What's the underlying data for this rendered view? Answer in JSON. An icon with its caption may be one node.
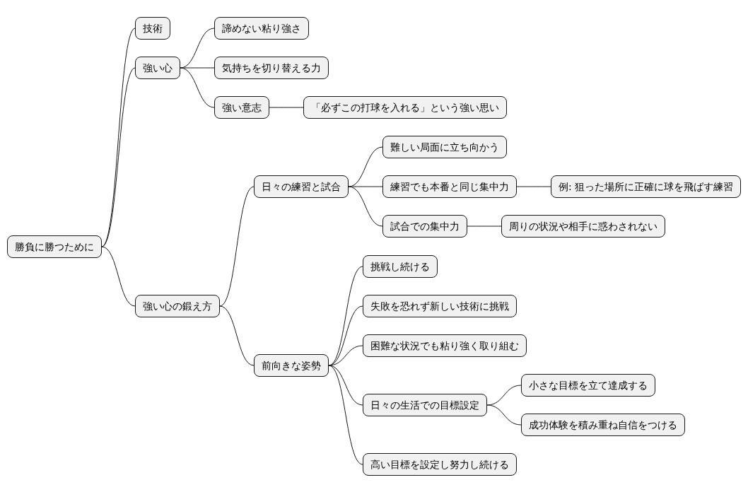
{
  "diagram": {
    "nodes": [
      {
        "text": [
          "勝負に勝つために"
        ]
      },
      {
        "text": [
          "技術"
        ]
      },
      {
        "text": [
          "強い心"
        ]
      },
      {
        "text": [
          "諦めない粘り強さ"
        ]
      },
      {
        "text": [
          "気持ちを切り替える力"
        ]
      },
      {
        "text": [
          "強い意志"
        ]
      },
      {
        "text": [
          "「必ずこの打球を入れる」という強い思い"
        ]
      },
      {
        "text": [
          "強い心の鍛え方"
        ]
      },
      {
        "text": [
          "日々の練習と試合"
        ]
      },
      {
        "text": [
          "難しい局面に立ち向かう"
        ]
      },
      {
        "text": [
          "練習でも本番と同じ集中力"
        ]
      },
      {
        "text": [
          "例: 狙った場所に正確に球を飛ばす練習"
        ]
      },
      {
        "text": [
          "試合での集中力"
        ]
      },
      {
        "text": [
          "周りの状況や相手に惑わされない"
        ]
      },
      {
        "text": [
          "前向きな姿勢"
        ]
      },
      {
        "text": [
          "挑戦し続ける"
        ]
      },
      {
        "text": [
          "失敗を恐れず新しい技術に挑戦"
        ]
      },
      {
        "text": [
          "困難な状況でも粘り強く取り組む"
        ]
      },
      {
        "text": [
          "日々の生活での目標設定"
        ]
      },
      {
        "text": [
          "小さな目標を立て達成する"
        ]
      },
      {
        "text": [
          "成功体験を積み重ね自信をつける"
        ]
      },
      {
        "text": [
          "高い目標を設定し努力し続ける"
        ]
      }
    ],
    "edges": [
      {
        "from": 0,
        "to": 1,
        "arrow": "none"
      },
      {
        "from": 0,
        "to": 2,
        "arrow": "none"
      },
      {
        "from": 0,
        "to": 7,
        "arrow": "none"
      },
      {
        "from": 2,
        "to": 3,
        "arrow": "none"
      },
      {
        "from": 2,
        "to": 4,
        "arrow": "none"
      },
      {
        "from": 2,
        "to": 5,
        "arrow": "none"
      },
      {
        "from": 5,
        "to": 6,
        "arrow": "none"
      },
      {
        "from": 7,
        "to": 8,
        "arrow": "none"
      },
      {
        "from": 7,
        "to": 14,
        "arrow": "none"
      },
      {
        "from": 8,
        "to": 9,
        "arrow": "none"
      },
      {
        "from": 8,
        "to": 10,
        "arrow": "none"
      },
      {
        "from": 8,
        "to": 12,
        "arrow": "none"
      },
      {
        "from": 10,
        "to": 11,
        "arrow": "none"
      },
      {
        "from": 12,
        "to": 13,
        "arrow": "none"
      },
      {
        "from": 14,
        "to": 15,
        "arrow": "none"
      },
      {
        "from": 14,
        "to": 16,
        "arrow": "none"
      },
      {
        "from": 14,
        "to": 17,
        "arrow": "none"
      },
      {
        "from": 14,
        "to": 18,
        "arrow": "none"
      },
      {
        "from": 14,
        "to": 21,
        "arrow": "none"
      },
      {
        "from": 18,
        "to": 19,
        "arrow": "none"
      },
      {
        "from": 18,
        "to": 20,
        "arrow": "none"
      }
    ]
  }
}
